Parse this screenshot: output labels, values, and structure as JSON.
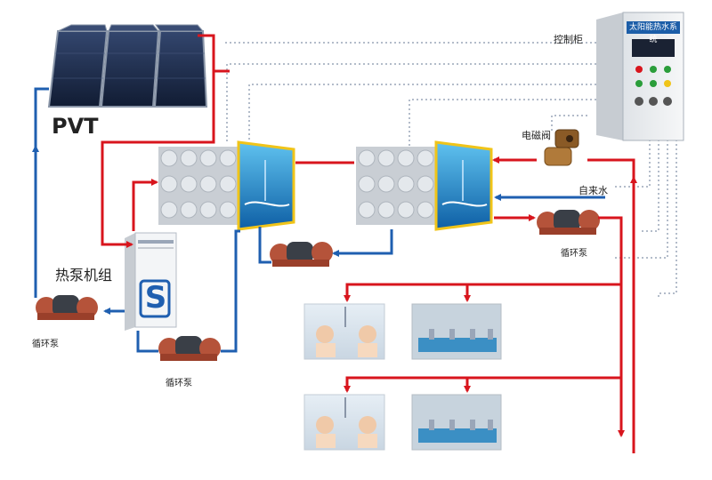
{
  "labels": {
    "pvt": "PVT",
    "heat_pump_unit": "热泵机组",
    "control_cabinet": "控制柜",
    "control_cabinet_plate": "太阳能热水系统",
    "solenoid_valve": "电磁阀",
    "tap_water": "自来水",
    "circ_pump_right": "循环泵",
    "circ_pump_left": "循环泵",
    "circ_pump_bottom": "循环泵"
  },
  "colors": {
    "hot_pipe": "#d8151d",
    "cold_pipe": "#1f5fb0",
    "signal_line": "#9aa6b8",
    "panel_dark": "#1e2f52",
    "tank_tile": "#d9dde2",
    "tank_water": "#1f86c8",
    "tank_frame": "#f0c419",
    "pump_body": "#b5533a",
    "cabinet": "#e8ebee"
  },
  "icons": {
    "solar_panel": "solar-panel-icon",
    "water_tank": "water-tank-icon",
    "pump": "circulation-pump-icon",
    "valve": "solenoid-valve-icon",
    "heat_pump": "heat-pump-icon",
    "cabinet": "control-cabinet-icon",
    "shower": "shower-photo-icon",
    "sink": "washbasin-photo-icon"
  }
}
